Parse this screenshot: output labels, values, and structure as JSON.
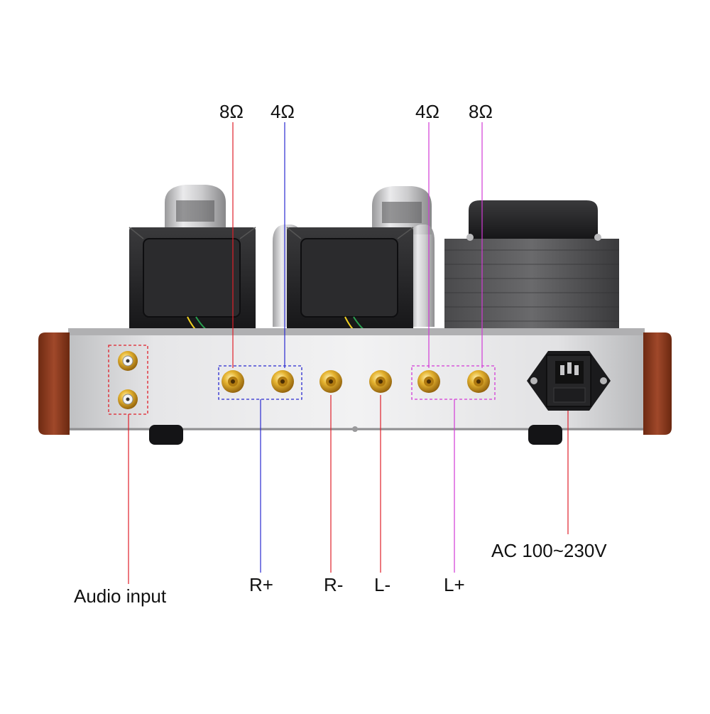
{
  "colors": {
    "red": "#e0202a",
    "blue": "#2a2ad0",
    "magenta": "#d23ad6",
    "gold": "#d49a1a",
    "wood": "#8a3a1a",
    "steel": "#d6d6d8",
    "black": "#151515"
  },
  "labels": {
    "r_8ohm": "8Ω",
    "r_4ohm": "4Ω",
    "l_4ohm": "4Ω",
    "l_8ohm": "8Ω",
    "audio_input": "Audio input",
    "r_plus": "R+",
    "r_minus": "R-",
    "l_minus": "L-",
    "l_plus": "L+",
    "ac_power": "AC 100~230V"
  },
  "icons": {
    "rca_jacks": "rca-jack-icon",
    "binding_posts": "binding-post-icon",
    "power_socket": "iec-power-socket-icon",
    "tubes": "vacuum-tube-icon",
    "transformers": "transformer-icon"
  }
}
